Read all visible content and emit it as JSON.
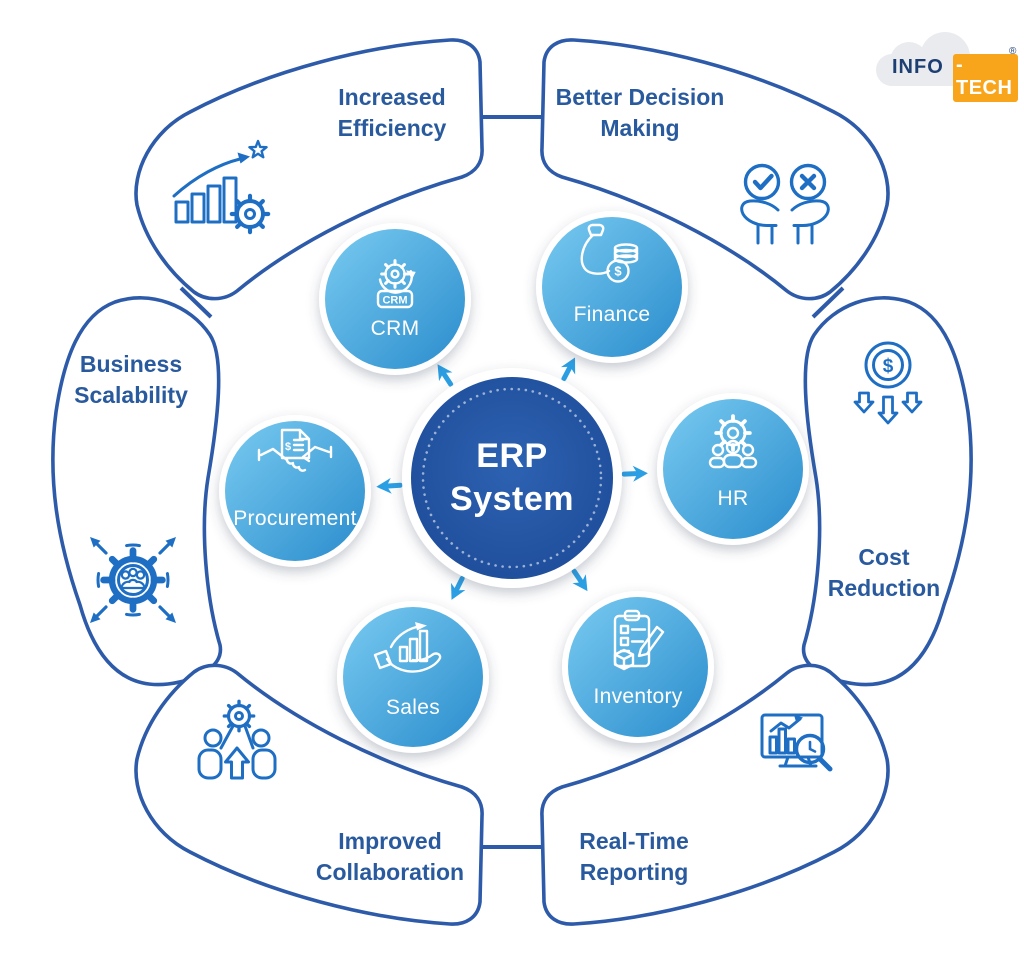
{
  "logo": {
    "part1": "INFO",
    "part2": "-TECH",
    "registered": "®"
  },
  "center": {
    "line1": "ERP",
    "line2": "System"
  },
  "modules": [
    {
      "label": "CRM"
    },
    {
      "label": "Finance"
    },
    {
      "label": "HR"
    },
    {
      "label": "Inventory"
    },
    {
      "label": "Sales"
    },
    {
      "label": "Procurement"
    }
  ],
  "benefits": [
    {
      "line1": "Increased",
      "line2": "Efficiency"
    },
    {
      "line1": "Better Decision",
      "line2": "Making"
    },
    {
      "line1": "Business",
      "line2": "Scalability"
    },
    {
      "line1": "Cost",
      "line2": "Reduction"
    },
    {
      "line1": "Improved",
      "line2": "Collaboration"
    },
    {
      "line1": "Real-Time",
      "line2": "Reporting"
    }
  ],
  "icons": {
    "dollar": "$",
    "crm_badge": "CRM"
  },
  "colors": {
    "outline": "#2d5ba9",
    "icon-blue": "#1e6fc4",
    "arrow": "#2b9fe4",
    "center-light": "#2d62b2",
    "center-dark": "#1c4a96",
    "module-light": "#79cbf1",
    "module-dark": "#2a8ccc",
    "label-blue": "#2a5a9e",
    "logo-navy": "#1d3e73",
    "logo-orange": "#f9a51b"
  }
}
